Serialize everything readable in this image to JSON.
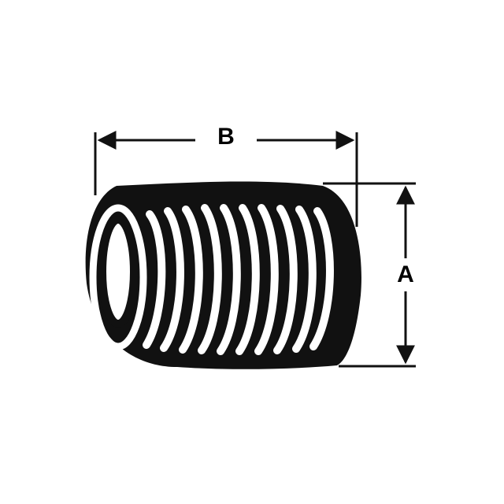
{
  "diagram": {
    "subject": "threaded-coupling-sleeve",
    "dimensions": {
      "width_label": "B",
      "height_label": "A"
    },
    "colors": {
      "ink": "#111111",
      "background": "#ffffff"
    }
  }
}
